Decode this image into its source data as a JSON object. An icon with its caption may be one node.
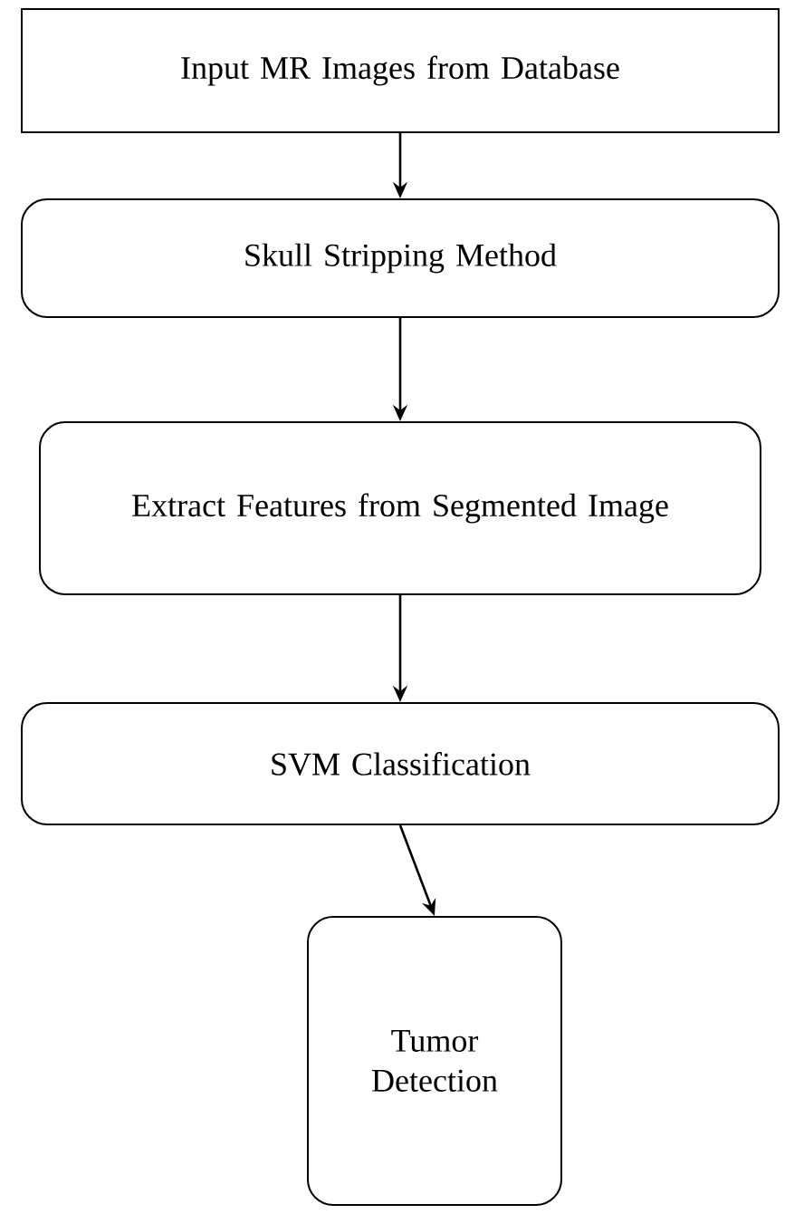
{
  "diagram": {
    "nodes": [
      {
        "text": [
          "Input MR Images from Database"
        ]
      },
      {
        "text": [
          "Skull Stripping Method"
        ]
      },
      {
        "text": [
          "Extract Features from Segmented Image"
        ]
      },
      {
        "text": [
          "SVM Classification"
        ]
      },
      {
        "text": [
          "Tumor Detection"
        ]
      }
    ],
    "edges": [
      {
        "from": 0,
        "to": 1,
        "arrow": "to"
      },
      {
        "from": 1,
        "to": 2,
        "arrow": "to"
      },
      {
        "from": 2,
        "to": 3,
        "arrow": "to"
      },
      {
        "from": 3,
        "to": 4,
        "arrow": "to"
      }
    ]
  }
}
